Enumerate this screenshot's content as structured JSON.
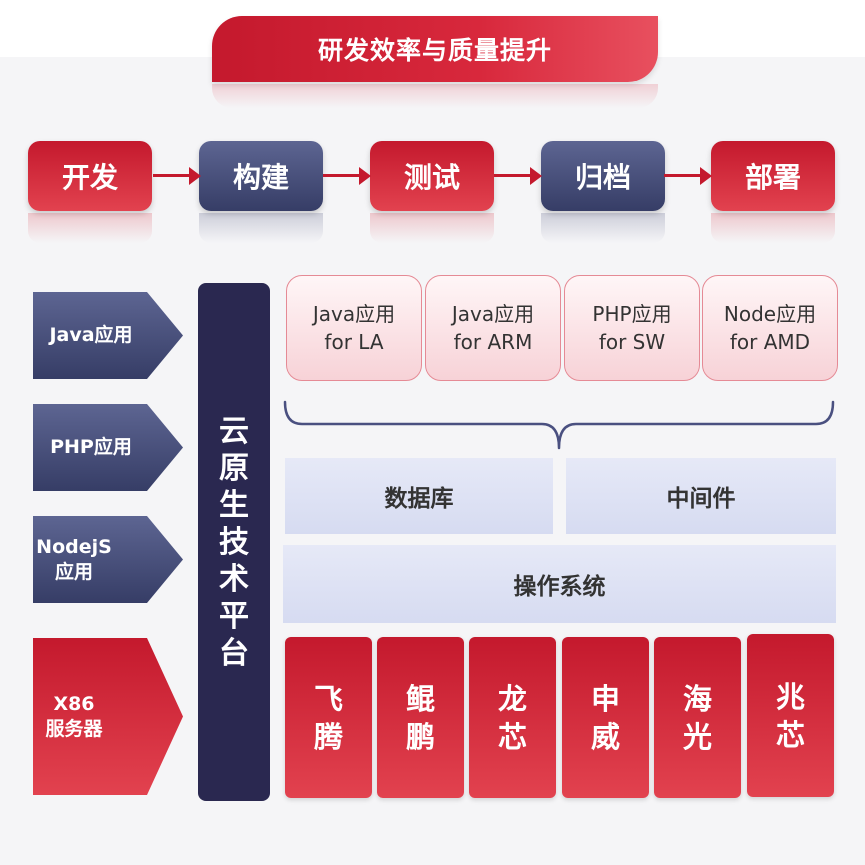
{
  "title": "研发效率与质量提升",
  "pipeline": [
    "开发",
    "构建",
    "测试",
    "归档",
    "部署"
  ],
  "left_column": {
    "java": "Java应用",
    "php": "PHP应用",
    "node_l1": "NodejS",
    "node_l2": "应用",
    "x86_l1": "X86",
    "x86_l2": "服务器"
  },
  "platform": "云原生技术平台",
  "apps": [
    {
      "line1": "Java应用",
      "line2": "for LA"
    },
    {
      "line1": "Java应用",
      "line2": "for ARM"
    },
    {
      "line1": "PHP应用",
      "line2": "for SW"
    },
    {
      "line1": "Node应用",
      "line2": "for AMD"
    }
  ],
  "layers": {
    "database": "数据库",
    "middleware": "中间件",
    "os": "操作系统"
  },
  "chips": [
    "飞腾",
    "鲲鹏",
    "龙芯",
    "申威",
    "海光",
    "兆芯"
  ],
  "colors": {
    "red": "#c4192d",
    "navy": "#363d66",
    "platform": "#2a2850",
    "layer": "#dde1f4"
  }
}
